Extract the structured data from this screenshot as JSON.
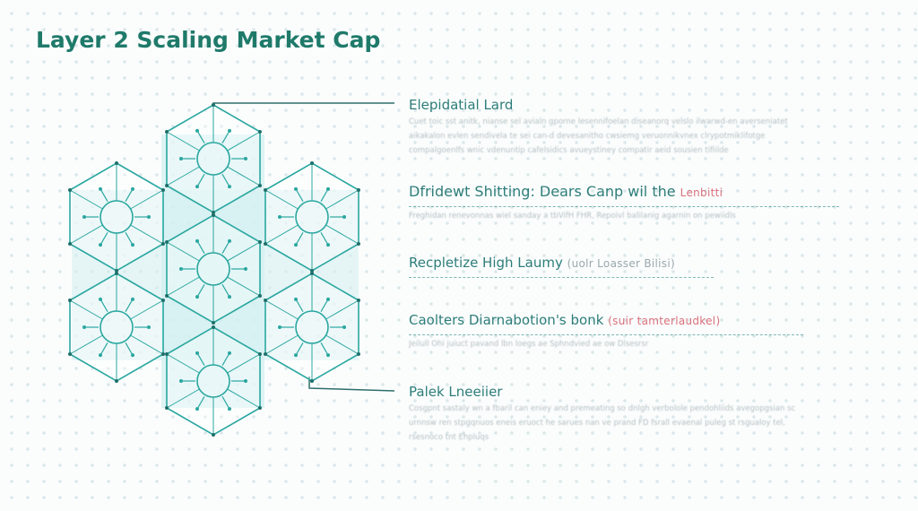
{
  "title": "Layer 2 Scaling Market Cap",
  "colors": {
    "accent": "#1f7a6a",
    "hex_stroke": "#2aa7a0",
    "hex_fill": "#d3eff0",
    "note_red": "#d9707a"
  },
  "items": [
    {
      "heading": "Elepidatial Lard",
      "note": "",
      "description": "Cuet toic sst anitk, nianse sel avialn gporne lesennifoelan diseanorq velslo ilwarwd-en averseniatet aikakalon evlen sendivela te sei can-d devesanitho cwsiemg veruonnikvnex clrypotmiklifotge compalgoenlfs wnic vdenuntip cafelsidics avueystiney compatir aeid sousien tifiilde"
    },
    {
      "heading": "Dfridewt Shitting: Dears Canp wil the",
      "note": "Lenbitti",
      "description": "Freghidan renevonnas wiel sanday a tbVifH FHR, Repoivl balilanig agarnin on pewiidls"
    },
    {
      "heading": "Recpletize High Laumy",
      "note": "(uolr Loasser Bilisi)",
      "description": ""
    },
    {
      "heading": "Caolters Diarnabotion's bonk",
      "note": "(suir tamterlaudkel)",
      "description": "Jeilull Ohi juiuct pavand lbn loegs ae Sphndvied ae ow Dlsesrsr"
    },
    {
      "heading": "Palek Lneeiier",
      "note": "",
      "description": "Cosgpnt sastaly wn a fbaril can eniey and premeating so dnlgh verbolole pendohliids avegopgsian sc urnnsw ren stpgqnuos eneis eruoct he sarues nan ve prand FD fsrall evaenal puleg st rsgualoy tel, rsesnoco tnt Ehpluqs"
    }
  ]
}
